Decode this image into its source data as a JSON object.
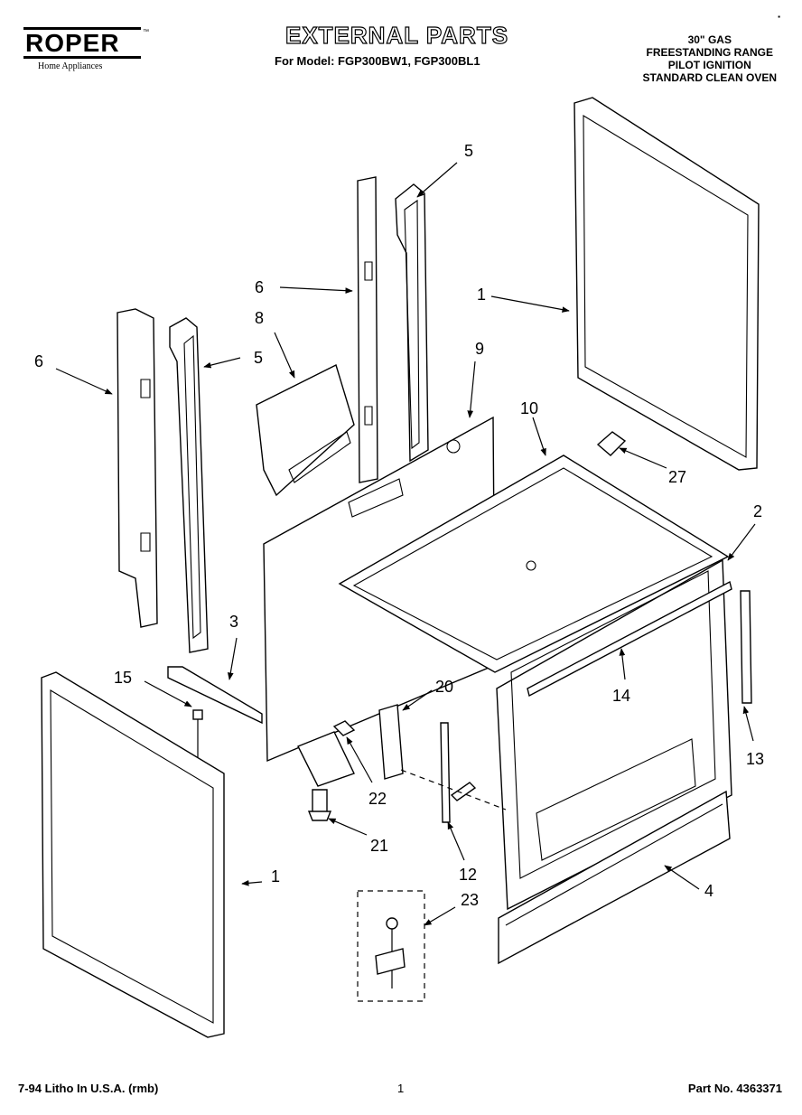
{
  "header": {
    "brand": "ROPER",
    "brand_sub": "Home Appliances",
    "title": "EXTERNAL PARTS",
    "model_line": "For Model: FGP300BW1, FGP300BL1",
    "product_lines": [
      "30\" GAS",
      "FREESTANDING RANGE",
      "PILOT IGNITION",
      "STANDARD CLEAN OVEN"
    ]
  },
  "footer": {
    "litho": "7-94 Litho In U.S.A. (rmb)",
    "page": "1",
    "part_no": "Part No. 4363371"
  },
  "callouts": {
    "c1_top": "1",
    "c1_bottom": "1",
    "c2": "2",
    "c3": "3",
    "c4": "4",
    "c5_right": "5",
    "c5_left": "5",
    "c6_center": "6",
    "c6_left": "6",
    "c8": "8",
    "c9": "9",
    "c10": "10",
    "c12": "12",
    "c13": "13",
    "c14": "14",
    "c15": "15",
    "c20": "20",
    "c21": "21",
    "c22": "22",
    "c23": "23",
    "c27": "27"
  }
}
